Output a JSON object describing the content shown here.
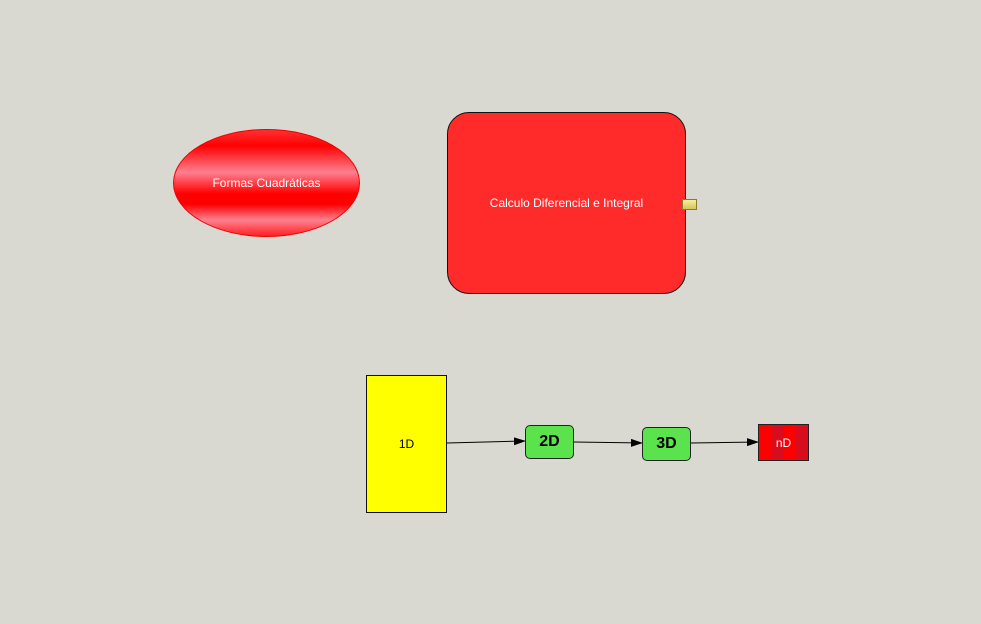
{
  "concepts": {
    "formas": "Formas Cuadráticas",
    "calculo": "Calculo Diferencial e Integral",
    "d1": "1D",
    "d2": "2D",
    "d3": "3D",
    "dn": "nD"
  },
  "colors": {
    "background": "#d9d9d1",
    "calculo": "#ff2b2b",
    "d1": "#ffff00",
    "green": "#5ae34c",
    "dn": "#ff0000"
  }
}
